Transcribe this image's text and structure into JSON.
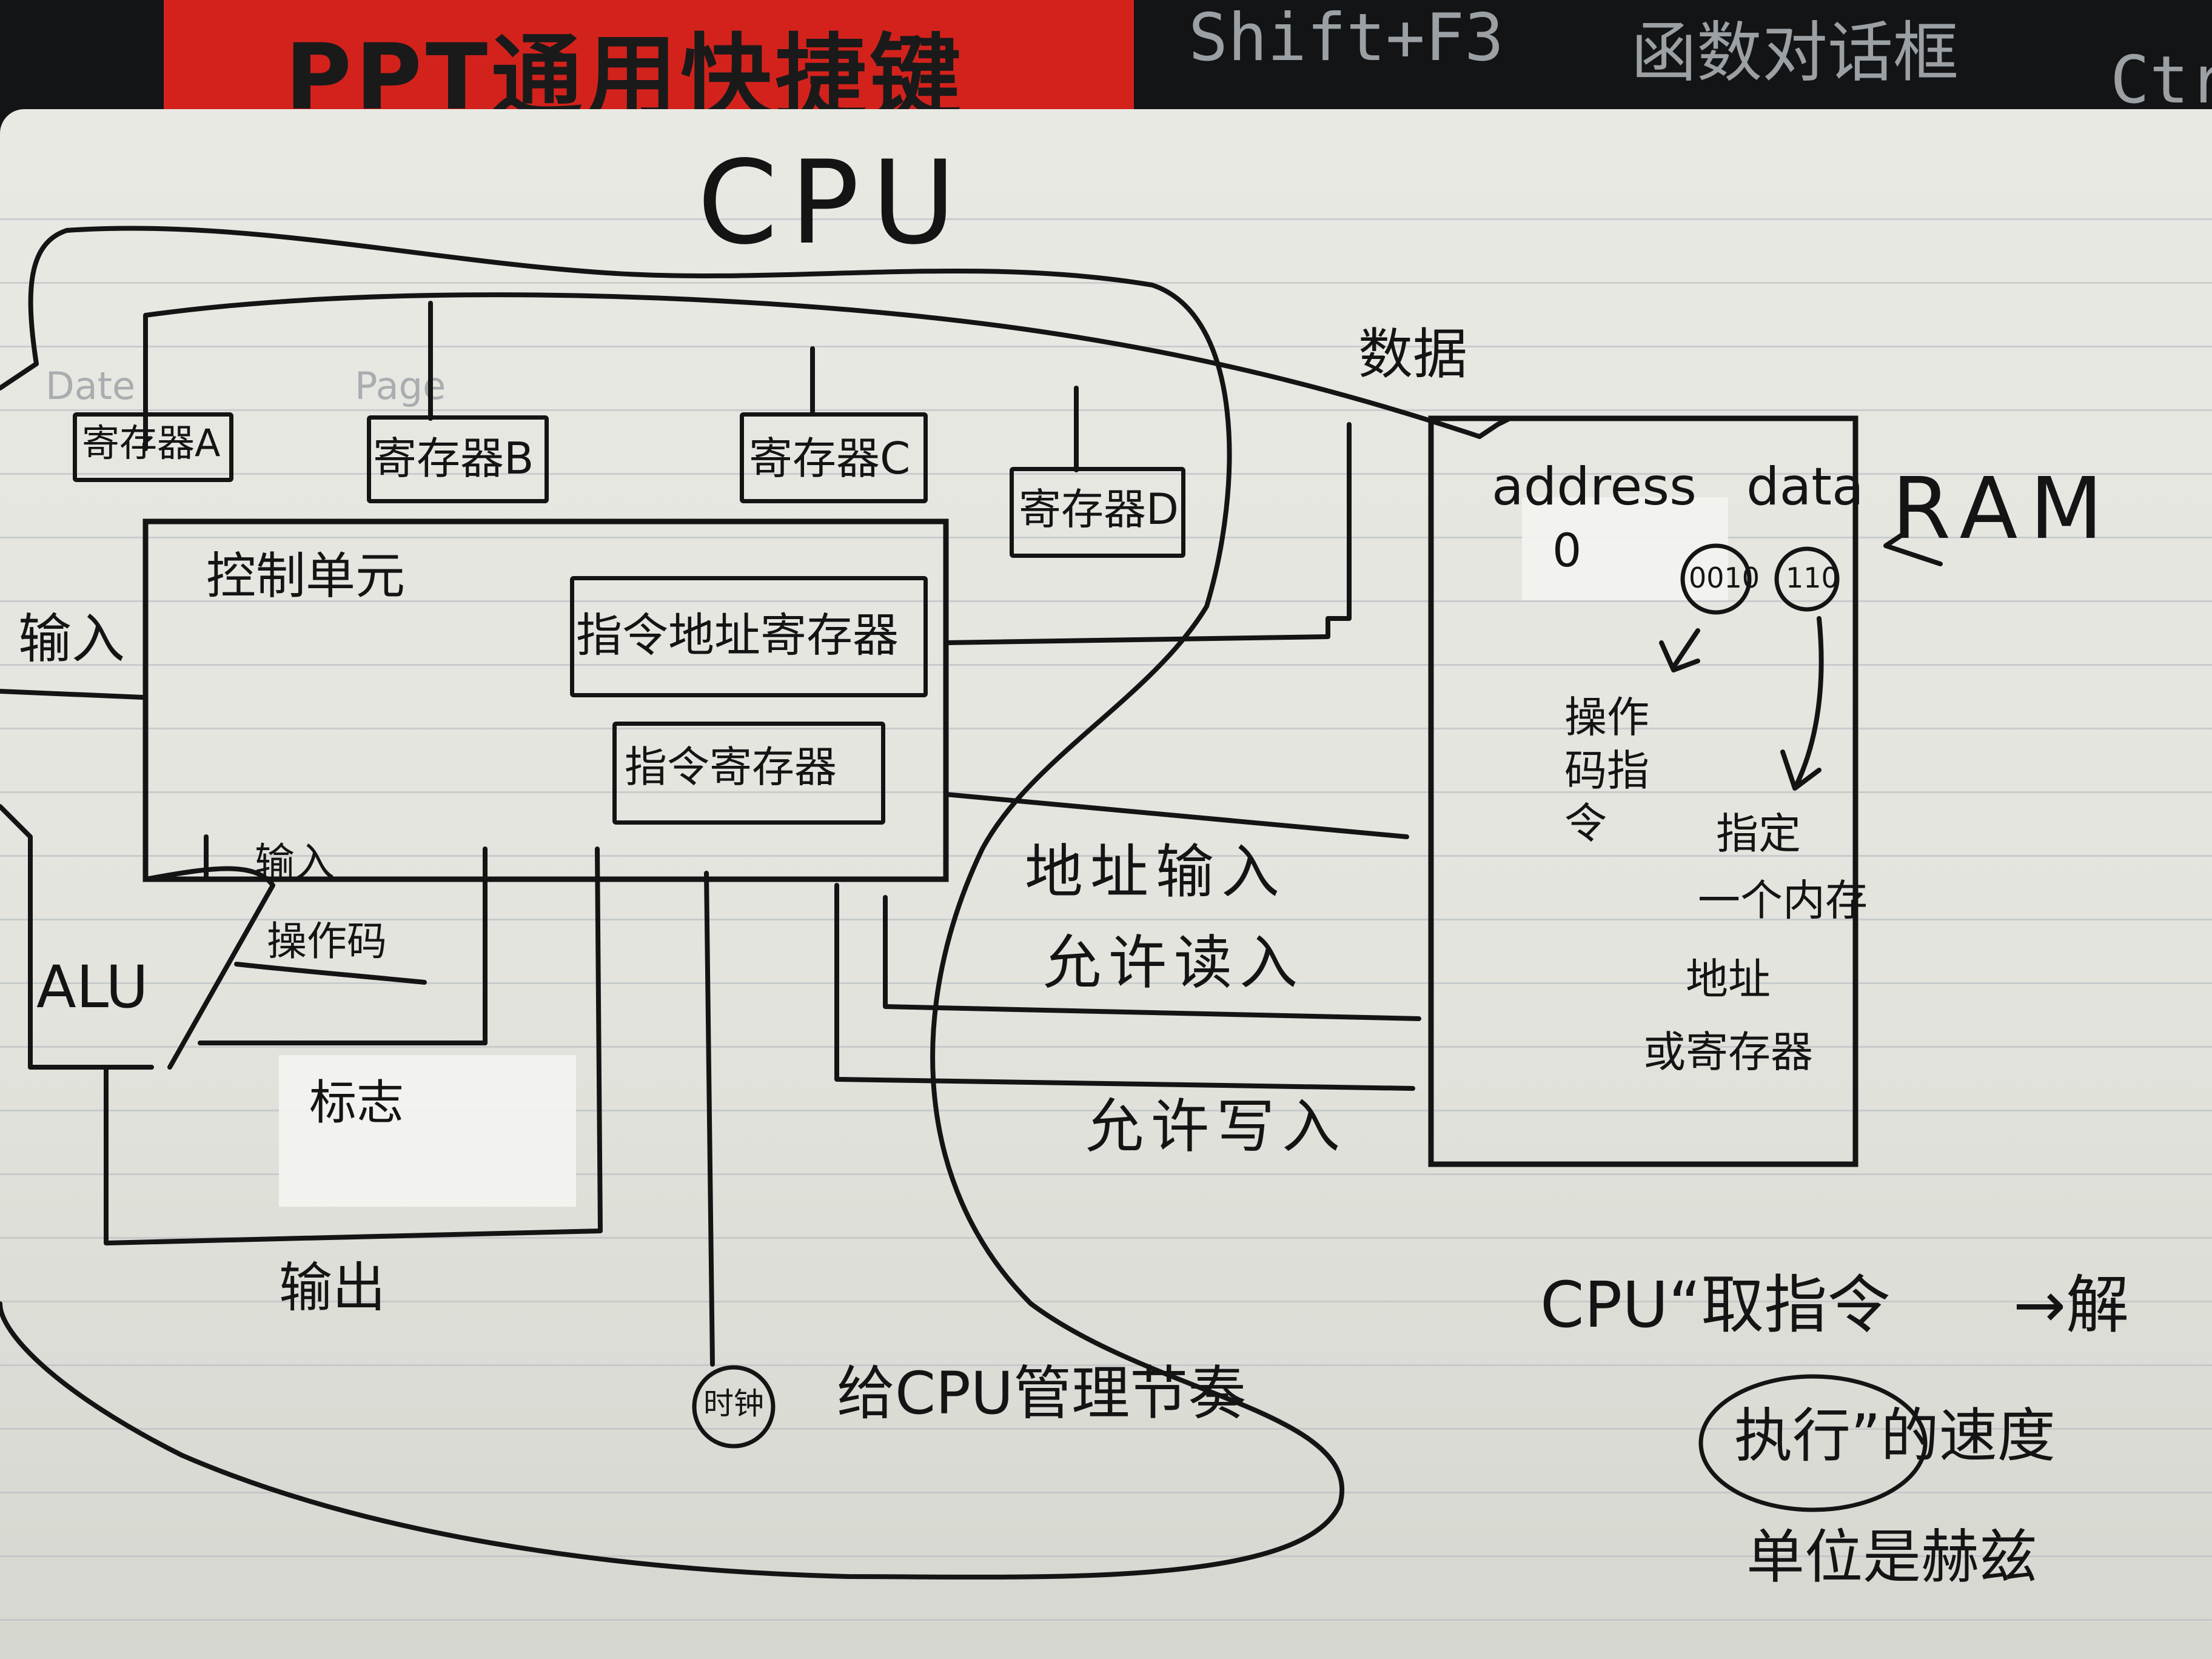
{
  "banner": {
    "title": "PPT通用快捷键",
    "shortcut": "Shift+F3",
    "description": "函数对话框",
    "next_key": "Ctrl"
  },
  "notebook": {
    "header_left": "Date",
    "header_right": "Page"
  },
  "diagram": {
    "title": "CPU",
    "registers": [
      "寄存器A",
      "寄存器B",
      "寄存器C",
      "寄存器D"
    ],
    "control_unit": "控制单元",
    "instruction_address_register": "指令地址寄存器",
    "instruction_register": "指令寄存器",
    "input": "输入",
    "output": "输出",
    "alu": "ALU",
    "alu_inputs": [
      "输入",
      "操作码"
    ],
    "flags": "标志",
    "clock": "时钟",
    "clock_note": "给CPU管理节奏",
    "data_label": "数据",
    "ram_label": "RAM",
    "ram_headers": {
      "address": "address",
      "data": "data"
    },
    "ram_address_zero": "0",
    "ram_opcode_bits": "0010",
    "ram_operand_bits": "110",
    "opcode_note": "操作码指令",
    "operand_note": [
      "指定",
      "一个内存",
      "地址",
      "或寄存器"
    ],
    "address_input": "地址输入",
    "allow_read": "允许读入",
    "allow_write": "允许写入",
    "cpu_note": [
      "CPU“取指令",
      "→解",
      "执行”的速度",
      "单位是赫兹"
    ]
  },
  "colors": {
    "paper": "#e6e7e1",
    "ink": "#141414",
    "banner_red": "#d3221c"
  }
}
